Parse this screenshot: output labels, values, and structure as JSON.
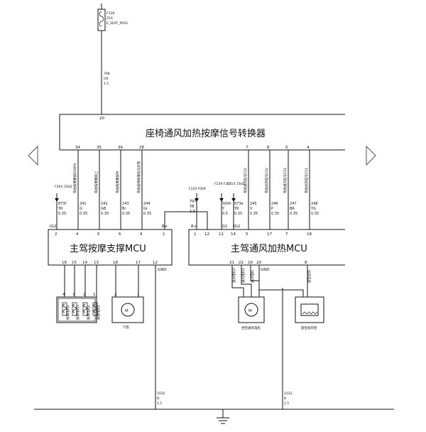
{
  "fuse": {
    "id": "F228",
    "rating": "25A",
    "name": "E_SEAT_PASS"
  },
  "feed_wire": {
    "num": "798",
    "color": "GR",
    "size": "1.5"
  },
  "converter": {
    "title": "座椅通风加热按摩信号转换器",
    "top_pin": "20",
    "pins": [
      {
        "pin": "34",
        "signal": "驾驶按摩腰部DOWN"
      },
      {
        "pin": "35",
        "signal": "驾驶按摩腰部上"
      },
      {
        "pin": "36",
        "signal": "驾驶按摩腰部中"
      },
      {
        "pin": "28",
        "signal": "驾驶座椅按摩信号反馈"
      },
      {
        "pin": "7",
        "signal": "驾驶通风信号CS2"
      },
      {
        "pin": "6",
        "signal": "驾驶加热信号CS2"
      },
      {
        "pin": "5",
        "signal": "驾驶通风信号CS1"
      },
      {
        "pin": "4",
        "signal": "驾驶加热信号CS1"
      }
    ]
  },
  "mcu_left": {
    "title": "主驾按摩支撑MCU",
    "feed_fuse": "F264 15kΩ",
    "top_pins": [
      "2",
      "4",
      "5",
      "6",
      "9",
      "1"
    ],
    "ig2_label": "IG2",
    "wires": [
      {
        "num": "873f",
        "color": "YR",
        "size": "0.35"
      },
      {
        "num": "241",
        "color": "G",
        "size": "0.35"
      },
      {
        "num": "242",
        "color": "GB",
        "size": "0.35"
      },
      {
        "num": "243",
        "color": "Br",
        "size": "0.35"
      },
      {
        "num": "244",
        "color": "Gr",
        "size": "0.35"
      }
    ],
    "bottom_pins": [
      "16",
      "15",
      "14",
      "13",
      "18",
      "17",
      "12"
    ],
    "gnd_label": "GND",
    "bplus_label": "B+"
  },
  "mcu_right": {
    "title": "主驾通风加热MCU",
    "top_pins": [
      "1",
      "12",
      "11",
      "14",
      "5",
      "17",
      "7",
      "18"
    ],
    "bplus_label": "B+",
    "ig1_label": "IG1",
    "ig2_label": "IG2",
    "fuses": [
      "F220 F009",
      "F239 F222",
      "F214 15kΩ"
    ],
    "wires": [
      {
        "num": "797",
        "color": "YB",
        "size": "1.5"
      },
      {
        "num": "500h",
        "color": "Y",
        "size": "0.5"
      },
      {
        "num": "873e",
        "color": "YR",
        "size": "0.35"
      },
      {
        "num": "245",
        "color": "V",
        "size": "0.35"
      },
      {
        "num": "246",
        "color": "P",
        "size": "0.35"
      },
      {
        "num": "247",
        "color": "BR",
        "size": "0.35"
      },
      {
        "num": "248",
        "color": "YG",
        "size": "0.35"
      }
    ],
    "bottom_pins": [
      "21",
      "22",
      "16",
      "20",
      "8"
    ],
    "gnd_label": "GND",
    "bottom_signals": [
      "通风电机2",
      "通风电机1",
      "通风电机",
      "座垫加热"
    ]
  },
  "massage_pack": {
    "pins": [
      "4",
      "3",
      "2",
      "1"
    ],
    "labels": [
      "按摩电机4",
      "按摩电机3",
      "按摩电机2",
      "按摩电机1"
    ]
  },
  "air_pump": {
    "pins": [
      "2",
      "1"
    ],
    "label": "气泵",
    "symbol": "M"
  },
  "fan_motor": {
    "label": "坐垫通风电机",
    "symbol": "M"
  },
  "heater": {
    "label": "座垫加热垫"
  },
  "ground_wires": [
    {
      "num": "1032",
      "color": "B",
      "size": "1.5"
    },
    {
      "num": "1032",
      "color": "B",
      "size": "1.5"
    }
  ],
  "nav": {
    "prev": "previous-arrow",
    "next": "next-arrow"
  }
}
